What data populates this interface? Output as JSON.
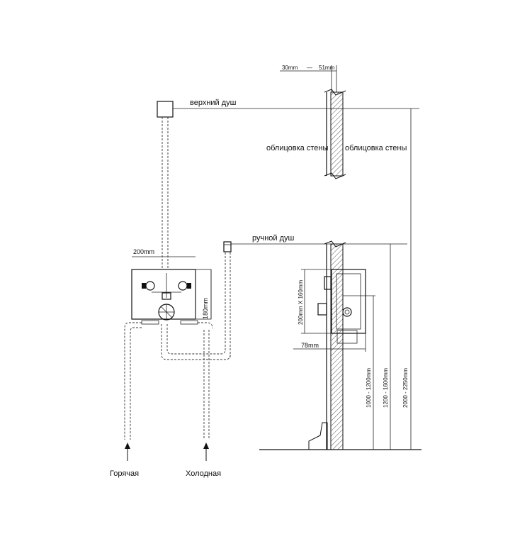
{
  "labels": {
    "thickness_min": "30mm",
    "thickness_dash": "—",
    "thickness_max": "51mm",
    "top_shower": "верхний душ",
    "wall_finish_left": "облицовка стены",
    "wall_finish_right": "облицовка стены",
    "hand_shower": "ручной душ",
    "width_200": "200mm",
    "height_180": "180mm",
    "box_size": "200mm X 160mm",
    "depth_78": "78mm",
    "height_range_1": "1000 - 1200mm",
    "height_range_2": "1200 - 1600mm",
    "height_range_3": "2000 - 2250mm",
    "hot": "Горячая",
    "cold": "Холодная"
  },
  "colors": {
    "line": "#111111",
    "hatch": "#555555",
    "background": "#ffffff"
  }
}
